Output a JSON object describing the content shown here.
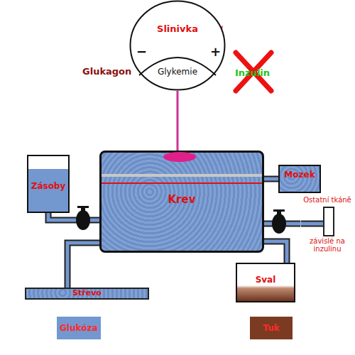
{
  "diagram": {
    "nodes": [
      {
        "text": [
          "Slinivka"
        ]
      },
      {
        "text": [
          "Glykemie"
        ],
        "in": 0
      },
      {
        "text": [
          "Krev"
        ]
      },
      {
        "text": [
          "Zásoby"
        ]
      },
      {
        "text": [
          "Mozek"
        ]
      },
      {
        "text": [
          "Ostatní tkáně",
          "závislé na inzulinu"
        ]
      },
      {
        "text": [
          "Sval"
        ]
      },
      {
        "text": [
          "Střevo"
        ]
      }
    ],
    "edges": [
      {
        "from": 0,
        "to": 2,
        "arrow": "none"
      },
      {
        "from": 3,
        "to": 2,
        "arrow": "none"
      },
      {
        "from": 2,
        "to": 4,
        "arrow": "none"
      },
      {
        "from": 2,
        "to": 5,
        "arrow": "none"
      },
      {
        "from": 2,
        "to": 6,
        "arrow": "none"
      },
      {
        "from": 7,
        "to": 2,
        "arrow": "none"
      }
    ],
    "labels": [
      "Glukagon",
      "Inzulin",
      "−",
      "+"
    ],
    "legend": [
      {
        "text": "Glukóza",
        "color": "#7397cf"
      },
      {
        "text": "Tuk",
        "color": "#7a3b22"
      }
    ]
  }
}
